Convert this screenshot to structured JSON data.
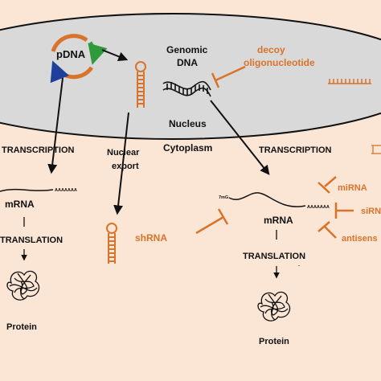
{
  "labels": {
    "pdna": "pDNA",
    "genomic_dna_line1": "Genomic",
    "genomic_dna_line2": "DNA",
    "decoy_line1": "decoy",
    "decoy_line2": "oligonucleotide",
    "nucleus": "Nucleus",
    "cytoplasm": "Cytoplasm",
    "transcription_left": "TRANSCRIPTION",
    "transcription_right": "TRANSCRIPTION",
    "nuclear_export_line1": "Nuclear",
    "nuclear_export_line2": "export",
    "mrna_left": "mRNA",
    "polya_left": "AAAAAAA",
    "translation_left": "TRANSLATION",
    "protein_left": "Protein",
    "shrna": "shRNA",
    "cap_7mg": "7mG",
    "polya_right": "AAAAAAA",
    "mrna_right": "mRNA",
    "mirna": "miRNA",
    "sirna": "siRN",
    "antisense": "antisens",
    "translation_right": "TRANSLATION",
    "protein_right": "Protein"
  },
  "colors": {
    "background": "#fbe6d6",
    "nucleus_fill": "#d9d9d9",
    "inhibitor_orange": "#d9732a",
    "text_black": "#111111",
    "plasmid_green": "#2e9a3a",
    "plasmid_blue": "#1f3f9a"
  }
}
